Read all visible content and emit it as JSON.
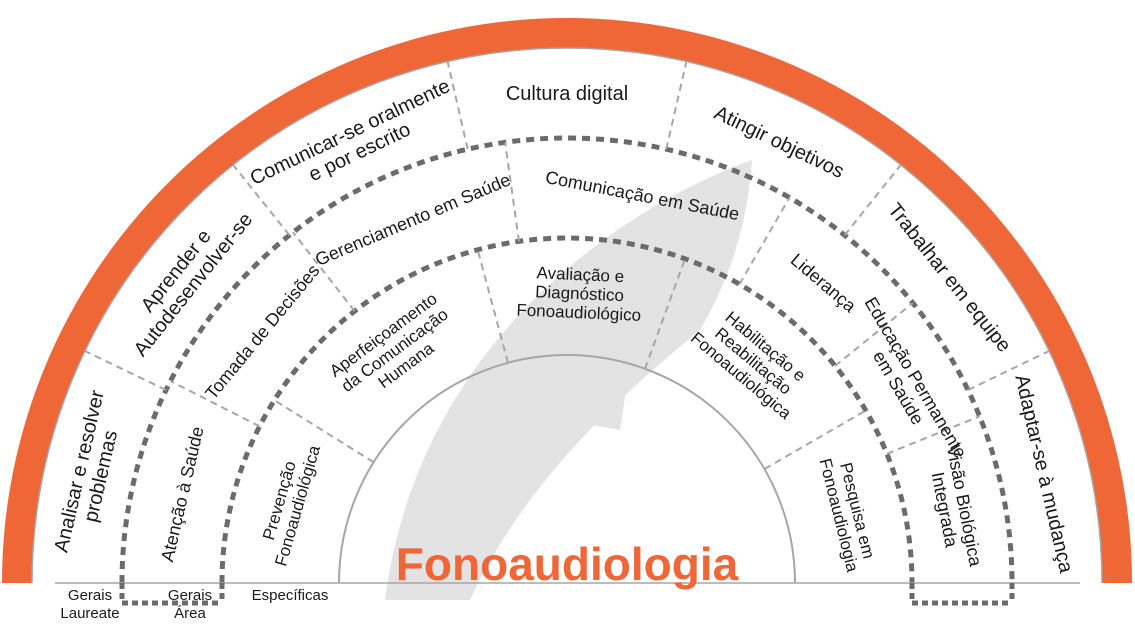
{
  "title": "Fonoaudiologia",
  "colors": {
    "accent": "#ef6637",
    "ring_line": "#a6a6a6",
    "dashed_ring": "#6b6b6b",
    "watermark": "#e3e3e3",
    "text": "#1a1a1a"
  },
  "outer_ring": [
    {
      "key": "analisar",
      "lines": [
        "Analisar e resolver",
        "problemas"
      ]
    },
    {
      "key": "aprender",
      "lines": [
        "Aprender e",
        "Autodesenvolver-se"
      ]
    },
    {
      "key": "comunicar",
      "lines": [
        "Comunicar-se oralmente",
        "e por escrito"
      ]
    },
    {
      "key": "cultura",
      "lines": [
        "Cultura digital"
      ]
    },
    {
      "key": "atingir",
      "lines": [
        "Atingir objetivos"
      ]
    },
    {
      "key": "trabalhar",
      "lines": [
        "Trabalhar em equipe"
      ]
    },
    {
      "key": "adaptar",
      "lines": [
        "Adaptar-se à mudança"
      ]
    }
  ],
  "middle_ring": [
    {
      "key": "atencao",
      "lines": [
        "Atenção à Saúde"
      ]
    },
    {
      "key": "tomada",
      "lines": [
        "Tomada de Decisões"
      ]
    },
    {
      "key": "gerenciamento",
      "lines": [
        "Gerenciamento em Saúde"
      ]
    },
    {
      "key": "comunicacao",
      "lines": [
        "Comunicação em Saúde"
      ]
    },
    {
      "key": "lideranca",
      "lines": [
        "Liderança"
      ]
    },
    {
      "key": "educacao",
      "lines": [
        "Educação Permanente",
        "em Saúde"
      ]
    },
    {
      "key": "visao",
      "lines": [
        "Visão Biológica",
        "Integrada"
      ]
    }
  ],
  "inner_ring": [
    {
      "key": "prevencao",
      "lines": [
        "Prevenção",
        "Fonoaudiológica"
      ]
    },
    {
      "key": "aperfeicoamento",
      "lines": [
        "Aperfeiçoamento",
        "da Comunicação",
        "Humana"
      ]
    },
    {
      "key": "avaliacao",
      "lines": [
        "Avaliação e",
        "Diagnóstico",
        "Fonoaudiológico"
      ]
    },
    {
      "key": "habilitacao",
      "lines": [
        "Habilitação e",
        "Reabilitação",
        "Fonoaudiológica"
      ]
    },
    {
      "key": "pesquisa",
      "lines": [
        "Pesquisa em",
        "Fonoaudiologia"
      ]
    }
  ],
  "legend": [
    {
      "key": "gerais-laureate",
      "lines": [
        "Gerais",
        "Laureate"
      ]
    },
    {
      "key": "gerais-area",
      "lines": [
        "Gerais",
        "Área"
      ]
    },
    {
      "key": "especificas",
      "lines": [
        "Específicas"
      ]
    }
  ]
}
